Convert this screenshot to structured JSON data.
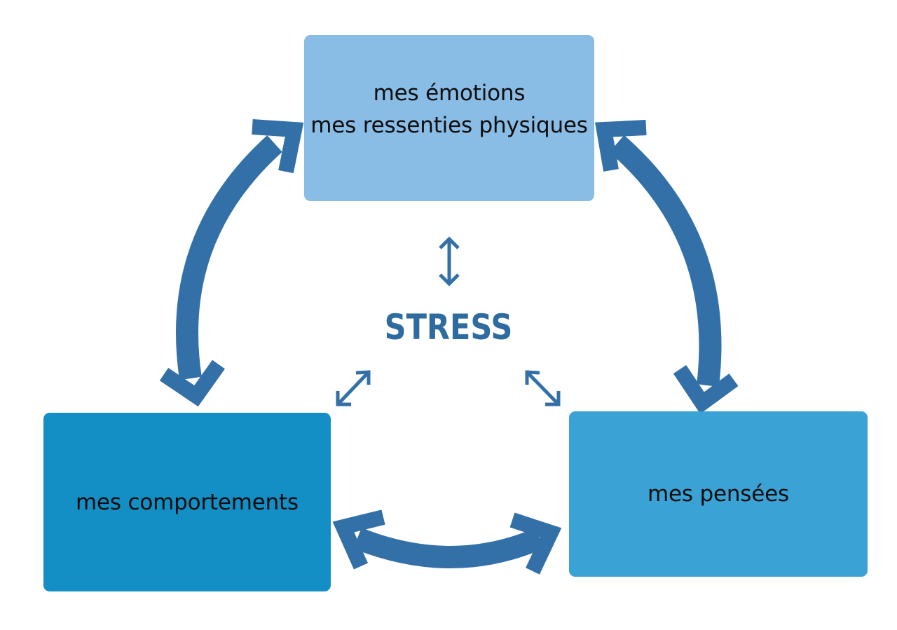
{
  "diagram": {
    "center_label": "STRESS",
    "boxes": {
      "emotions": {
        "line1": "mes émotions",
        "line2": "mes ressenties physiques"
      },
      "comportements": {
        "label": "mes comportements"
      },
      "pensees": {
        "label": "mes pensées"
      }
    },
    "colors": {
      "emotions_box": "#8abde6",
      "comportements_box": "#138fc6",
      "pensees_box": "#3aa2d5",
      "arrows": "#3370a8",
      "center_text": "#2e6b9e"
    }
  }
}
